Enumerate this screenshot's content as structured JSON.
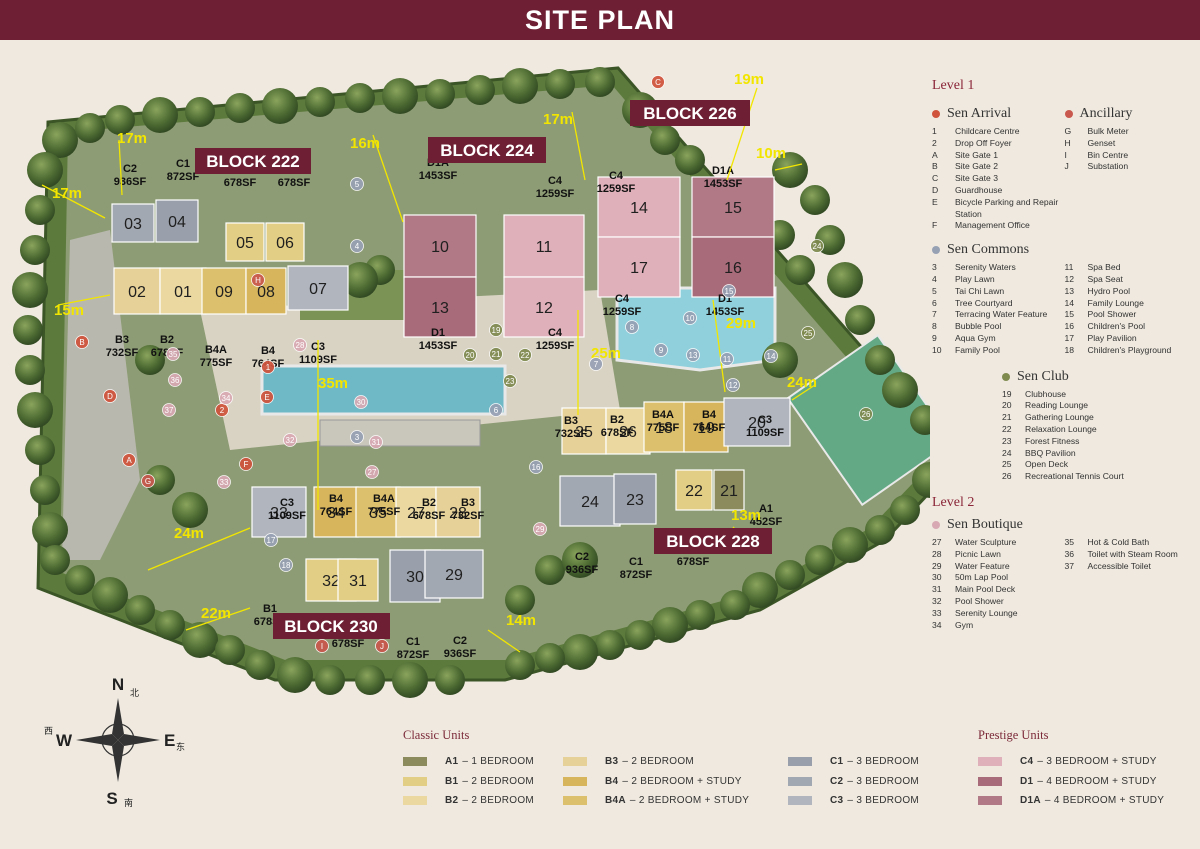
{
  "header": {
    "title": "SITE PLAN"
  },
  "colors": {
    "brand": "#6e1f33",
    "a1": "#8b8b5e",
    "b1": "#e3ce85",
    "b2": "#ead8a0",
    "b3": "#e6d198",
    "b4": "#d6b55d",
    "b4a": "#ddc06d",
    "c1": "#9aa0ab",
    "c2": "#a2a8b2",
    "c3": "#b0b5be",
    "c4": "#dfb0b9",
    "d1": "#a86b79",
    "d1a": "#b07985",
    "arrival": "#d0533c",
    "ancillary": "#c9584e",
    "commons": "#97a1b4",
    "club": "#7f8a4f",
    "boutique": "#d9a9b3",
    "distance": "#f2e600"
  },
  "blocks": {
    "b222": "BLOCK 222",
    "b224": "BLOCK 224",
    "b226": "BLOCK 226",
    "b228": "BLOCK 228",
    "b230": "BLOCK 230"
  },
  "units": {
    "b222": [
      {
        "id": "03",
        "c": "c2"
      },
      {
        "id": "04",
        "c": "c1"
      },
      {
        "id": "05",
        "c": "b1"
      },
      {
        "id": "06",
        "c": "b1"
      },
      {
        "id": "02",
        "c": "b3"
      },
      {
        "id": "01",
        "c": "b2"
      },
      {
        "id": "09",
        "c": "b4a"
      },
      {
        "id": "08",
        "c": "b4"
      },
      {
        "id": "07",
        "c": "c3"
      }
    ],
    "b224": [
      {
        "id": "10",
        "c": "d1a"
      },
      {
        "id": "11",
        "c": "c4"
      },
      {
        "id": "13",
        "c": "d1"
      },
      {
        "id": "12",
        "c": "c4"
      }
    ],
    "b226": [
      {
        "id": "14",
        "c": "c4"
      },
      {
        "id": "15",
        "c": "d1a"
      },
      {
        "id": "17",
        "c": "c4"
      },
      {
        "id": "16",
        "c": "d1"
      }
    ],
    "b228": [
      {
        "id": "25",
        "c": "b3"
      },
      {
        "id": "26",
        "c": "b2"
      },
      {
        "id": "18",
        "c": "b4a"
      },
      {
        "id": "19",
        "c": "b4"
      },
      {
        "id": "20",
        "c": "c3"
      },
      {
        "id": "24",
        "c": "c2"
      },
      {
        "id": "23",
        "c": "c1"
      },
      {
        "id": "22",
        "c": "b1"
      },
      {
        "id": "21",
        "c": "a1"
      }
    ],
    "b230": [
      {
        "id": "33",
        "c": "c3"
      },
      {
        "id": "34",
        "c": "b4"
      },
      {
        "id": "35",
        "c": "b4a"
      },
      {
        "id": "27",
        "c": "b2"
      },
      {
        "id": "28",
        "c": "b3"
      },
      {
        "id": "32",
        "c": "b1"
      },
      {
        "id": "31",
        "c": "b1"
      },
      {
        "id": "30",
        "c": "c1"
      },
      {
        "id": "29",
        "c": "c2"
      }
    ]
  },
  "unit_labels": [
    {
      "t": "C2",
      "s": "936SF"
    },
    {
      "t": "C1",
      "s": "872SF"
    },
    {
      "t": "B1",
      "s": "678SF"
    },
    {
      "t": "B1",
      "s": "678SF"
    },
    {
      "t": "B3",
      "s": "732SF"
    },
    {
      "t": "B2",
      "s": "678SF"
    },
    {
      "t": "B4A",
      "s": "775SF"
    },
    {
      "t": "B4",
      "s": "764SF"
    },
    {
      "t": "C3",
      "s": "1109SF"
    },
    {
      "t": "D1A",
      "s": "1453SF"
    },
    {
      "t": "C4",
      "s": "1259SF"
    },
    {
      "t": "D1",
      "s": "1453SF"
    },
    {
      "t": "C4",
      "s": "1259SF"
    },
    {
      "t": "C4",
      "s": "1259SF"
    },
    {
      "t": "D1A",
      "s": "1453SF"
    },
    {
      "t": "C4",
      "s": "1259SF"
    },
    {
      "t": "D1",
      "s": "1453SF"
    },
    {
      "t": "B3",
      "s": "732SF"
    },
    {
      "t": "B2",
      "s": "678SF"
    },
    {
      "t": "B4A",
      "s": "775SF"
    },
    {
      "t": "B4",
      "s": "764SF"
    },
    {
      "t": "C3",
      "s": "1109SF"
    },
    {
      "t": "A1",
      "s": "452SF"
    },
    {
      "t": "C2",
      "s": "936SF"
    },
    {
      "t": "C1",
      "s": "872SF"
    },
    {
      "t": "B1",
      "s": "678SF"
    },
    {
      "t": "C3",
      "s": "1109SF"
    },
    {
      "t": "B4",
      "s": "764SF"
    },
    {
      "t": "B4A",
      "s": "775SF"
    },
    {
      "t": "B2",
      "s": "678SF"
    },
    {
      "t": "B3",
      "s": "732SF"
    },
    {
      "t": "B1",
      "s": "678SF"
    },
    {
      "t": "B1",
      "s": "678SF"
    },
    {
      "t": "C1",
      "s": "872SF"
    },
    {
      "t": "C2",
      "s": "936SF"
    }
  ],
  "distances": [
    "17m",
    "17m",
    "16m",
    "17m",
    "19m",
    "10m",
    "15m",
    "35m",
    "25m",
    "29m",
    "24m",
    "24m",
    "13m",
    "22m",
    "14m"
  ],
  "facility_markers": [
    {
      "t": "A",
      "c": "arrival"
    },
    {
      "t": "B",
      "c": "arrival"
    },
    {
      "t": "C",
      "c": "arrival"
    },
    {
      "t": "D",
      "c": "arrival"
    },
    {
      "t": "E",
      "c": "arrival"
    },
    {
      "t": "F",
      "c": "arrival"
    },
    {
      "t": "G",
      "c": "ancillary"
    },
    {
      "t": "H",
      "c": "ancillary"
    },
    {
      "t": "I",
      "c": "ancillary"
    },
    {
      "t": "J",
      "c": "ancillary"
    },
    {
      "t": "1",
      "c": "arrival"
    },
    {
      "t": "2",
      "c": "arrival"
    },
    {
      "t": "3",
      "c": "commons"
    },
    {
      "t": "4",
      "c": "commons"
    },
    {
      "t": "5",
      "c": "commons"
    },
    {
      "t": "6",
      "c": "commons"
    },
    {
      "t": "7",
      "c": "commons"
    },
    {
      "t": "8",
      "c": "commons"
    },
    {
      "t": "9",
      "c": "commons"
    },
    {
      "t": "10",
      "c": "commons"
    },
    {
      "t": "11",
      "c": "commons"
    },
    {
      "t": "12",
      "c": "commons"
    },
    {
      "t": "13",
      "c": "commons"
    },
    {
      "t": "14",
      "c": "commons"
    },
    {
      "t": "15",
      "c": "commons"
    },
    {
      "t": "16",
      "c": "commons"
    },
    {
      "t": "17",
      "c": "commons"
    },
    {
      "t": "18",
      "c": "commons"
    },
    {
      "t": "19",
      "c": "club"
    },
    {
      "t": "20",
      "c": "club"
    },
    {
      "t": "21",
      "c": "club"
    },
    {
      "t": "22",
      "c": "club"
    },
    {
      "t": "23",
      "c": "club"
    },
    {
      "t": "24",
      "c": "club"
    },
    {
      "t": "25",
      "c": "club"
    },
    {
      "t": "26",
      "c": "club"
    },
    {
      "t": "27",
      "c": "boutique"
    },
    {
      "t": "28",
      "c": "boutique"
    },
    {
      "t": "29",
      "c": "boutique"
    },
    {
      "t": "30",
      "c": "boutique"
    },
    {
      "t": "31",
      "c": "boutique"
    },
    {
      "t": "32",
      "c": "boutique"
    },
    {
      "t": "33",
      "c": "boutique"
    },
    {
      "t": "34",
      "c": "boutique"
    },
    {
      "t": "35",
      "c": "boutique"
    },
    {
      "t": "36",
      "c": "boutique"
    },
    {
      "t": "37",
      "c": "boutique"
    }
  ],
  "compass": {
    "n": "N",
    "e": "E",
    "s": "S",
    "w": "W",
    "n_cn": "北",
    "e_cn": "东",
    "s_cn": "南",
    "w_cn": "西"
  },
  "legend": {
    "level1": "Level 1",
    "arrival": {
      "title": "Sen Arrival",
      "items": [
        {
          "k": "1",
          "v": "Childcare Centre"
        },
        {
          "k": "2",
          "v": "Drop Off Foyer"
        },
        {
          "k": "A",
          "v": "Site Gate 1"
        },
        {
          "k": "B",
          "v": "Site Gate 2"
        },
        {
          "k": "C",
          "v": "Site Gate 3"
        },
        {
          "k": "D",
          "v": "Guardhouse"
        },
        {
          "k": "E",
          "v": "Bicycle Parking and Repair Station"
        },
        {
          "k": "F",
          "v": "Management Office"
        }
      ]
    },
    "ancillary": {
      "title": "Ancillary",
      "items": [
        {
          "k": "G",
          "v": "Bulk Meter"
        },
        {
          "k": "H",
          "v": "Genset"
        },
        {
          "k": "I",
          "v": "Bin Centre"
        },
        {
          "k": "J",
          "v": "Substation"
        }
      ]
    },
    "commons": {
      "title": "Sen Commons",
      "left": [
        {
          "k": "3",
          "v": "Serenity Waters"
        },
        {
          "k": "4",
          "v": "Play Lawn"
        },
        {
          "k": "5",
          "v": "Tai Chi Lawn"
        },
        {
          "k": "6",
          "v": "Tree Courtyard"
        },
        {
          "k": "7",
          "v": "Terracing Water Feature"
        },
        {
          "k": "8",
          "v": "Bubble Pool"
        },
        {
          "k": "9",
          "v": "Aqua Gym"
        },
        {
          "k": "10",
          "v": "Family Pool"
        }
      ],
      "right": [
        {
          "k": "11",
          "v": "Spa Bed"
        },
        {
          "k": "12",
          "v": "Spa Seat"
        },
        {
          "k": "13",
          "v": "Hydro Pool"
        },
        {
          "k": "14",
          "v": "Family Lounge"
        },
        {
          "k": "15",
          "v": "Pool Shower"
        },
        {
          "k": "16",
          "v": "Children's Pool"
        },
        {
          "k": "17",
          "v": "Play Pavilion"
        },
        {
          "k": "18",
          "v": "Children's Playground"
        }
      ]
    },
    "club": {
      "title": "Sen Club",
      "items": [
        {
          "k": "19",
          "v": "Clubhouse"
        },
        {
          "k": "20",
          "v": "Reading Lounge"
        },
        {
          "k": "21",
          "v": "Gathering Lounge"
        },
        {
          "k": "22",
          "v": "Relaxation Lounge"
        },
        {
          "k": "23",
          "v": "Forest Fitness"
        },
        {
          "k": "24",
          "v": "BBQ Pavilion"
        },
        {
          "k": "25",
          "v": "Open Deck"
        },
        {
          "k": "26",
          "v": "Recreational Tennis Court"
        }
      ]
    },
    "level2": "Level 2",
    "boutique": {
      "title": "Sen Boutique",
      "left": [
        {
          "k": "27",
          "v": "Water Sculpture"
        },
        {
          "k": "28",
          "v": "Picnic Lawn"
        },
        {
          "k": "29",
          "v": "Water Feature"
        },
        {
          "k": "30",
          "v": "50m Lap Pool"
        },
        {
          "k": "31",
          "v": "Main Pool Deck"
        },
        {
          "k": "32",
          "v": "Pool Shower"
        },
        {
          "k": "33",
          "v": "Serenity Lounge"
        },
        {
          "k": "34",
          "v": "Gym"
        }
      ],
      "right": [
        {
          "k": "",
          "v": ""
        },
        {
          "k": "",
          "v": ""
        },
        {
          "k": "",
          "v": ""
        },
        {
          "k": "",
          "v": ""
        },
        {
          "k": "",
          "v": ""
        },
        {
          "k": "35",
          "v": "Hot & Cold Bath"
        },
        {
          "k": "36",
          "v": "Toilet with Steam Room"
        },
        {
          "k": "37",
          "v": "Accessible Toilet"
        }
      ]
    }
  },
  "unit_legend": {
    "classic_title": "Classic Units",
    "prestige_title": "Prestige Units",
    "col1": [
      {
        "code": "A1",
        "desc": "– 1 BEDROOM",
        "c": "a1"
      },
      {
        "code": "B1",
        "desc": "– 2 BEDROOM",
        "c": "b1"
      },
      {
        "code": "B2",
        "desc": "– 2 BEDROOM",
        "c": "b2"
      }
    ],
    "col2": [
      {
        "code": "B3",
        "desc": "– 2 BEDROOM",
        "c": "b3"
      },
      {
        "code": "B4",
        "desc": "– 2 BEDROOM + STUDY",
        "c": "b4"
      },
      {
        "code": "B4A",
        "desc": "– 2 BEDROOM + STUDY",
        "c": "b4a"
      }
    ],
    "col3": [
      {
        "code": "C1",
        "desc": "– 3 BEDROOM",
        "c": "c1"
      },
      {
        "code": "C2",
        "desc": "– 3 BEDROOM",
        "c": "c2"
      },
      {
        "code": "C3",
        "desc": "– 3 BEDROOM",
        "c": "c3"
      }
    ],
    "col4": [
      {
        "code": "C4",
        "desc": "– 3 BEDROOM + STUDY",
        "c": "c4"
      },
      {
        "code": "D1",
        "desc": "– 4 BEDROOM + STUDY",
        "c": "d1"
      },
      {
        "code": "D1A",
        "desc": "– 4 BEDROOM + STUDY",
        "c": "d1a"
      }
    ]
  }
}
